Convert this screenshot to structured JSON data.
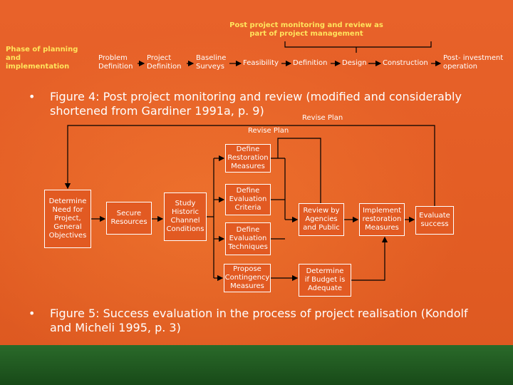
{
  "fig4": {
    "header": "Post project monitoring and review as\npart of project management",
    "phase_label": "Phase of planning\nand\nimplementation",
    "steps": [
      {
        "label": "Problem\nDefinition"
      },
      {
        "label": "Project\nDefinition"
      },
      {
        "label": "Baseline\nSurveys"
      },
      {
        "label": "Feasibility"
      },
      {
        "label": "Definition"
      },
      {
        "label": "Design"
      },
      {
        "label": "Construction"
      },
      {
        "label": "Post- investment\noperation"
      }
    ]
  },
  "bullets": [
    {
      "marker": "•",
      "text": "Figure 4: Post project monitoring and review (modified and considerably\nshortened from Gardiner 1991a, p. 9)"
    },
    {
      "marker": "•",
      "text": "Figure 5: Success evaluation in the process of project realisation (Kondolf\nand Micheli 1995, p. 3)"
    }
  ],
  "fig5": {
    "revise_plan_1": "Revise Plan",
    "revise_plan_2": "Revise Plan",
    "boxes": {
      "determine_need": "Determine\nNeed for\nProject,\nGeneral\nObjectives",
      "secure_resources": "Secure\nResources",
      "study_channel": "Study\nHistoric\nChannel\nConditions",
      "define_restoration": "Define\nRestoration\nMeasures",
      "define_evaluation_criteria": "Define\nEvaluation\nCriteria",
      "define_evaluation_techniques": "Define\nEvaluation\nTechniques",
      "propose_contingency": "Propose\nContingency\nMeasures",
      "review_agencies": "Review by\nAgencies\nand Public",
      "implement_restoration": "Implement\nrestoration\nMeasures",
      "evaluate_success": "Evaluate\nsuccess",
      "determine_budget": "Determine\nif Budget is\nAdequate"
    }
  },
  "colors": {
    "background": "#e35d24",
    "header_text": "#ffe45c",
    "bottom_bar": "#1f5a1f"
  }
}
